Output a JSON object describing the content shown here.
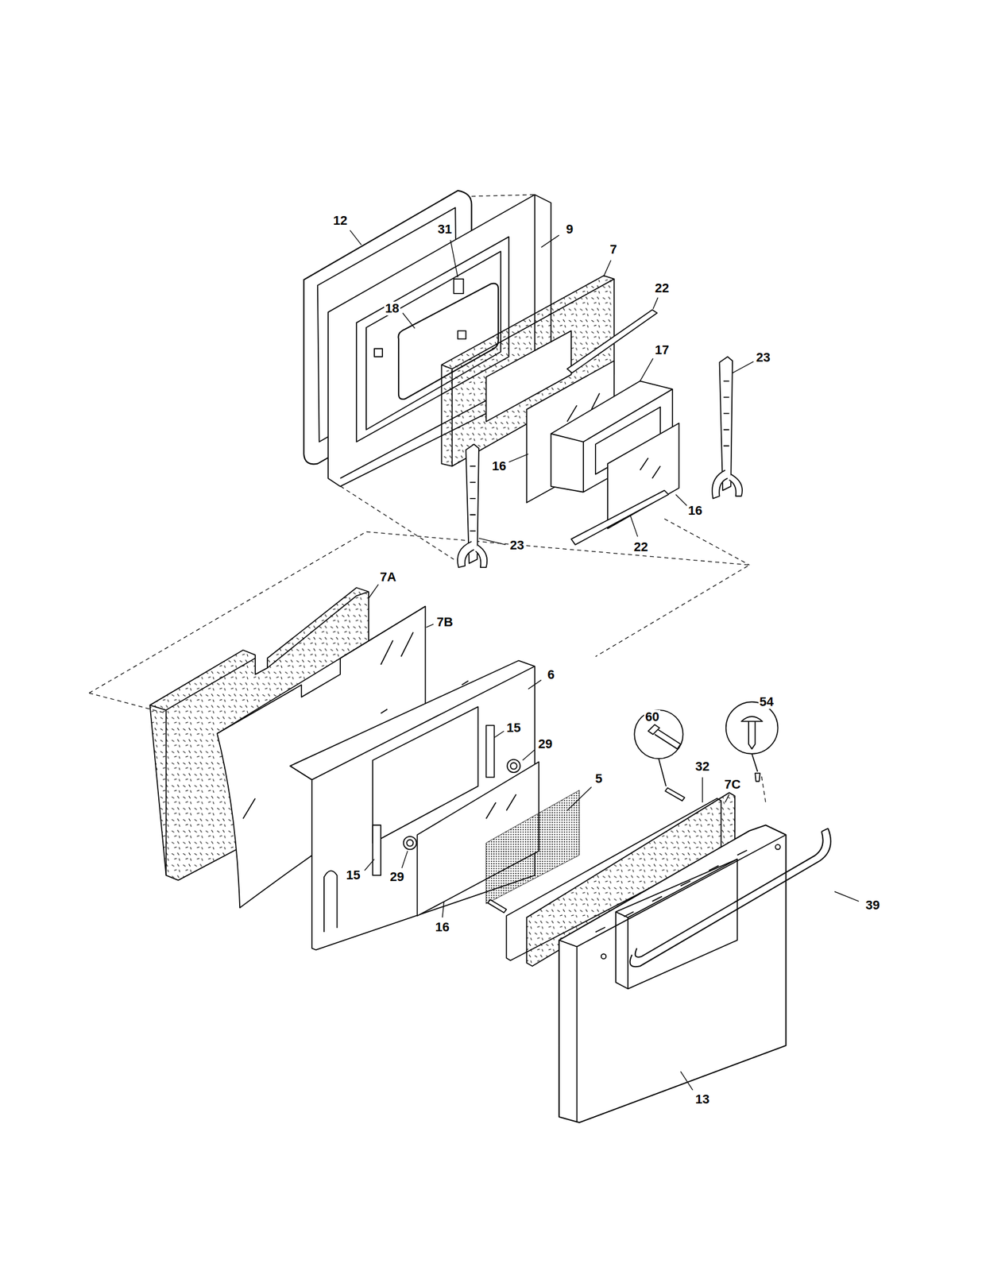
{
  "diagram": {
    "labels": [
      "12",
      "31",
      "9",
      "7",
      "22",
      "18",
      "17",
      "23",
      "16",
      "16",
      "23",
      "22",
      "7A",
      "7B",
      "6",
      "15",
      "29",
      "60",
      "54",
      "5",
      "32",
      "7C",
      "15",
      "29",
      "39",
      "16",
      "13"
    ]
  }
}
